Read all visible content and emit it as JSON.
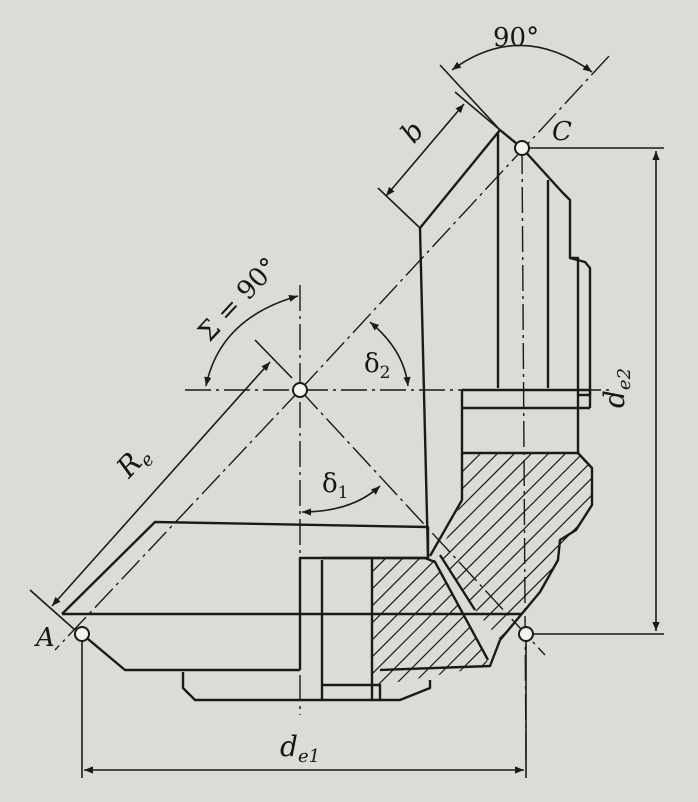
{
  "labels": {
    "point_a": "A",
    "point_c": "C",
    "shaft_angle": "Σ = 90°",
    "right_angle": "90°",
    "face_width": "b",
    "cone_distance": "R",
    "cone_distance_sub": "e",
    "pitch_angle_1": "δ",
    "pitch_angle_1_sub": "1",
    "pitch_angle_2": "δ",
    "pitch_angle_2_sub": "2",
    "diameter_1": "d",
    "diameter_1_sub": "e1",
    "diameter_2": "d",
    "diameter_2_sub": "e2"
  }
}
